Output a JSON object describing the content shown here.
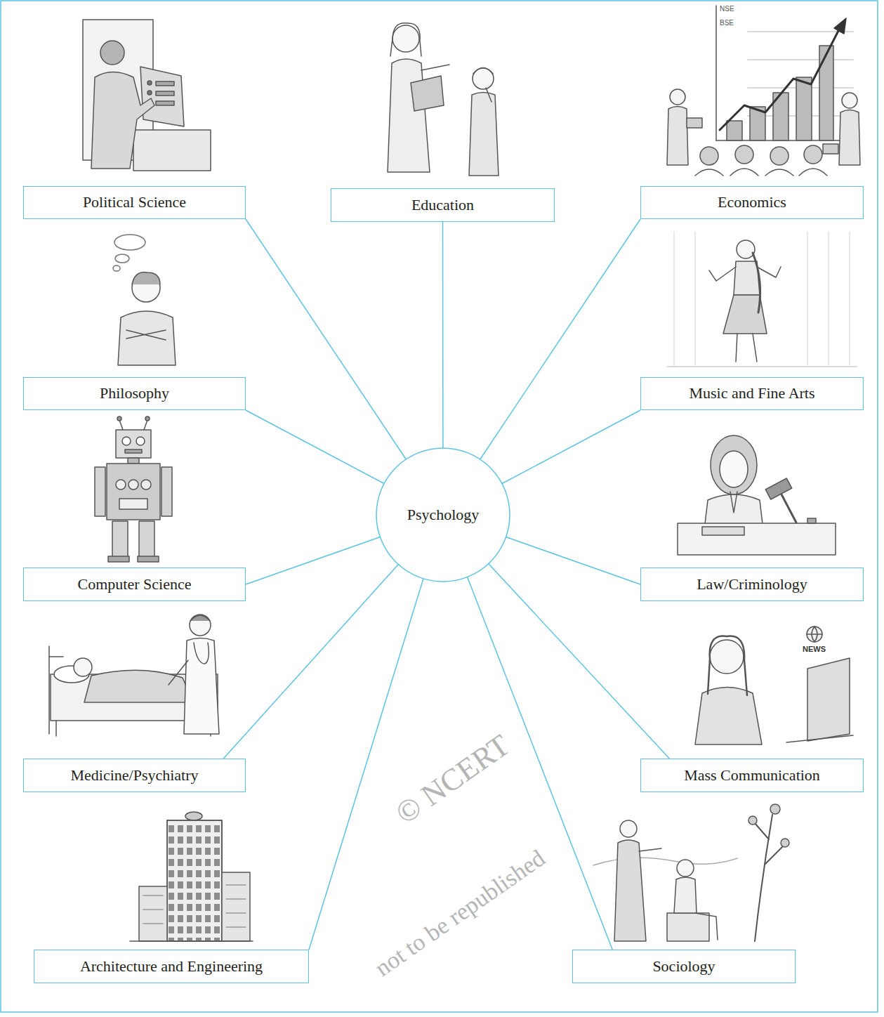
{
  "diagram": {
    "nodes": [
      {
        "text": [
          "Political Science"
        ]
      },
      {
        "text": [
          "Education"
        ]
      },
      {
        "text": [
          "Economics"
        ]
      },
      {
        "text": [
          "Philosophy"
        ]
      },
      {
        "text": [
          "Music and Fine Arts"
        ]
      },
      {
        "text": [
          "Psychology"
        ]
      },
      {
        "text": [
          "Computer Science"
        ]
      },
      {
        "text": [
          "Law/Criminology"
        ]
      },
      {
        "text": [
          "Medicine/Psychiatry"
        ]
      },
      {
        "text": [
          "Mass Communication"
        ]
      },
      {
        "text": [
          "Architecture and Engineering"
        ]
      },
      {
        "text": [
          "Sociology"
        ]
      }
    ],
    "edges": [
      {
        "from": 5,
        "to": 0,
        "arrow": "none"
      },
      {
        "from": 5,
        "to": 1,
        "arrow": "none"
      },
      {
        "from": 5,
        "to": 2,
        "arrow": "none"
      },
      {
        "from": 5,
        "to": 3,
        "arrow": "none"
      },
      {
        "from": 5,
        "to": 4,
        "arrow": "none"
      },
      {
        "from": 5,
        "to": 6,
        "arrow": "none"
      },
      {
        "from": 5,
        "to": 7,
        "arrow": "none"
      },
      {
        "from": 5,
        "to": 8,
        "arrow": "none"
      },
      {
        "from": 5,
        "to": 9,
        "arrow": "none"
      },
      {
        "from": 5,
        "to": 10,
        "arrow": "none"
      },
      {
        "from": 5,
        "to": 11,
        "arrow": "none"
      }
    ],
    "labels": [
      "NSE",
      "BSE",
      "NEWS",
      "© NCERT",
      "not to be republished"
    ]
  }
}
